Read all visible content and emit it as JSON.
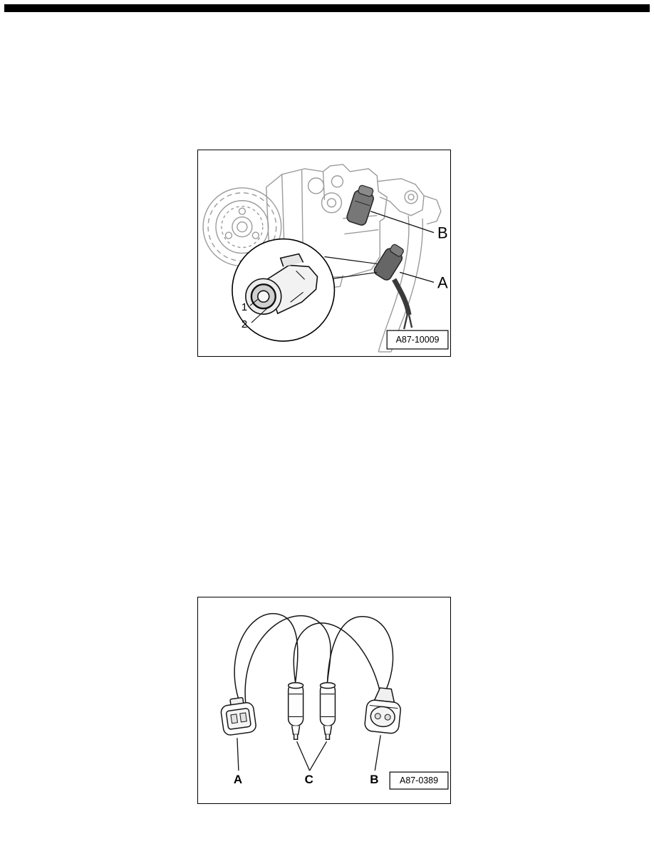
{
  "colors": {
    "page_background": "#ffffff",
    "top_rule": "#000000",
    "line_art_gray": "#9b9b9b",
    "ink": "#111111"
  },
  "figure1": {
    "labels": {
      "b": "B",
      "a": "A",
      "item1": "1",
      "item2": "2"
    },
    "image_id": "A87-10009"
  },
  "figure2": {
    "labels": {
      "a": "A",
      "c": "C",
      "b": "B"
    },
    "image_id": "A87-0389"
  }
}
